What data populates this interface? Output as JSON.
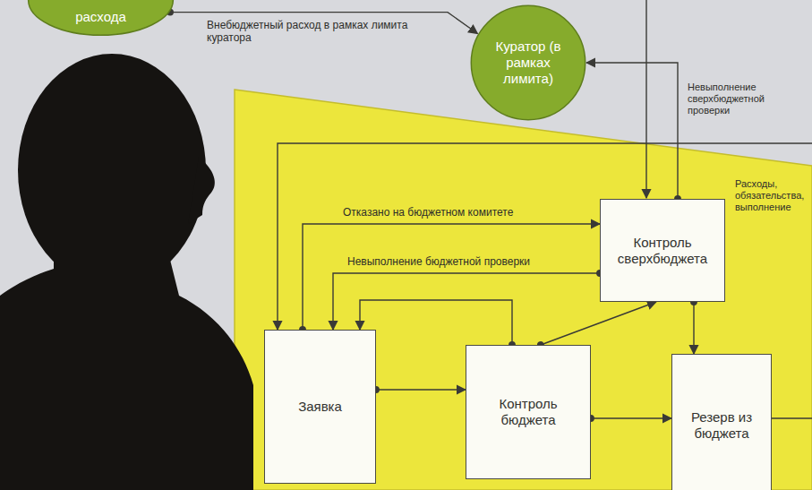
{
  "diagram": {
    "nodes": [
      {
        "text": [
          "расхода"
        ]
      },
      {
        "text": [
          "Куратор (в рамках лимита)"
        ]
      },
      {
        "text": [
          "Заявка"
        ]
      },
      {
        "text": [
          "Контроль бюджета"
        ]
      },
      {
        "text": [
          "Контроль сверхбюджета"
        ]
      },
      {
        "text": [
          "Резерв из бюджета"
        ]
      }
    ],
    "edges": [
      {
        "from": 0,
        "to": 1,
        "label": "Внебюджетный расход в рамках лимита куратора",
        "arrow": "to"
      },
      {
        "from": 2,
        "to": 3,
        "arrow": "to"
      },
      {
        "from": 3,
        "to": 4,
        "arrow": "to"
      },
      {
        "from": 3,
        "to": 5,
        "arrow": "to"
      },
      {
        "from": 4,
        "to": 5,
        "arrow": "to"
      },
      {
        "from": 4,
        "to": 1,
        "label": "Невыполнение сверхбюджетной проверки",
        "arrow": "to"
      },
      {
        "from": 2,
        "to": 4,
        "label": "Отказано на бюджетном комитете",
        "arrow": "to"
      },
      {
        "from": 4,
        "to": 2,
        "label": "Невыполнение бюджетной проверки",
        "arrow": "to"
      },
      {
        "from": 3,
        "to": 2,
        "arrow": "to"
      }
    ],
    "labels": [
      "Расходы, обязательства, выполнение"
    ]
  }
}
